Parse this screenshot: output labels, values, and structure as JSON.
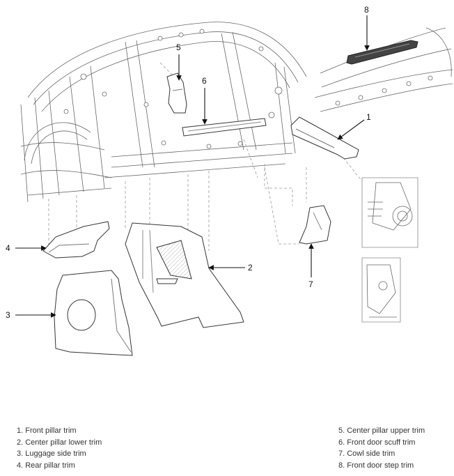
{
  "callouts": {
    "c1": "1",
    "c2": "2",
    "c3": "3",
    "c4": "4",
    "c5": "5",
    "c6": "6",
    "c7": "7",
    "c8": "8"
  },
  "legend": {
    "left": [
      "1. Front pillar trim",
      "2. Center pillar lower trim",
      "3. Luggage side trim",
      "4. Rear pillar trim"
    ],
    "right": [
      "5. Center pillar upper trim",
      "6. Front door scuff trim",
      "7. Cowl side trim",
      "8. Front door step trim"
    ]
  }
}
